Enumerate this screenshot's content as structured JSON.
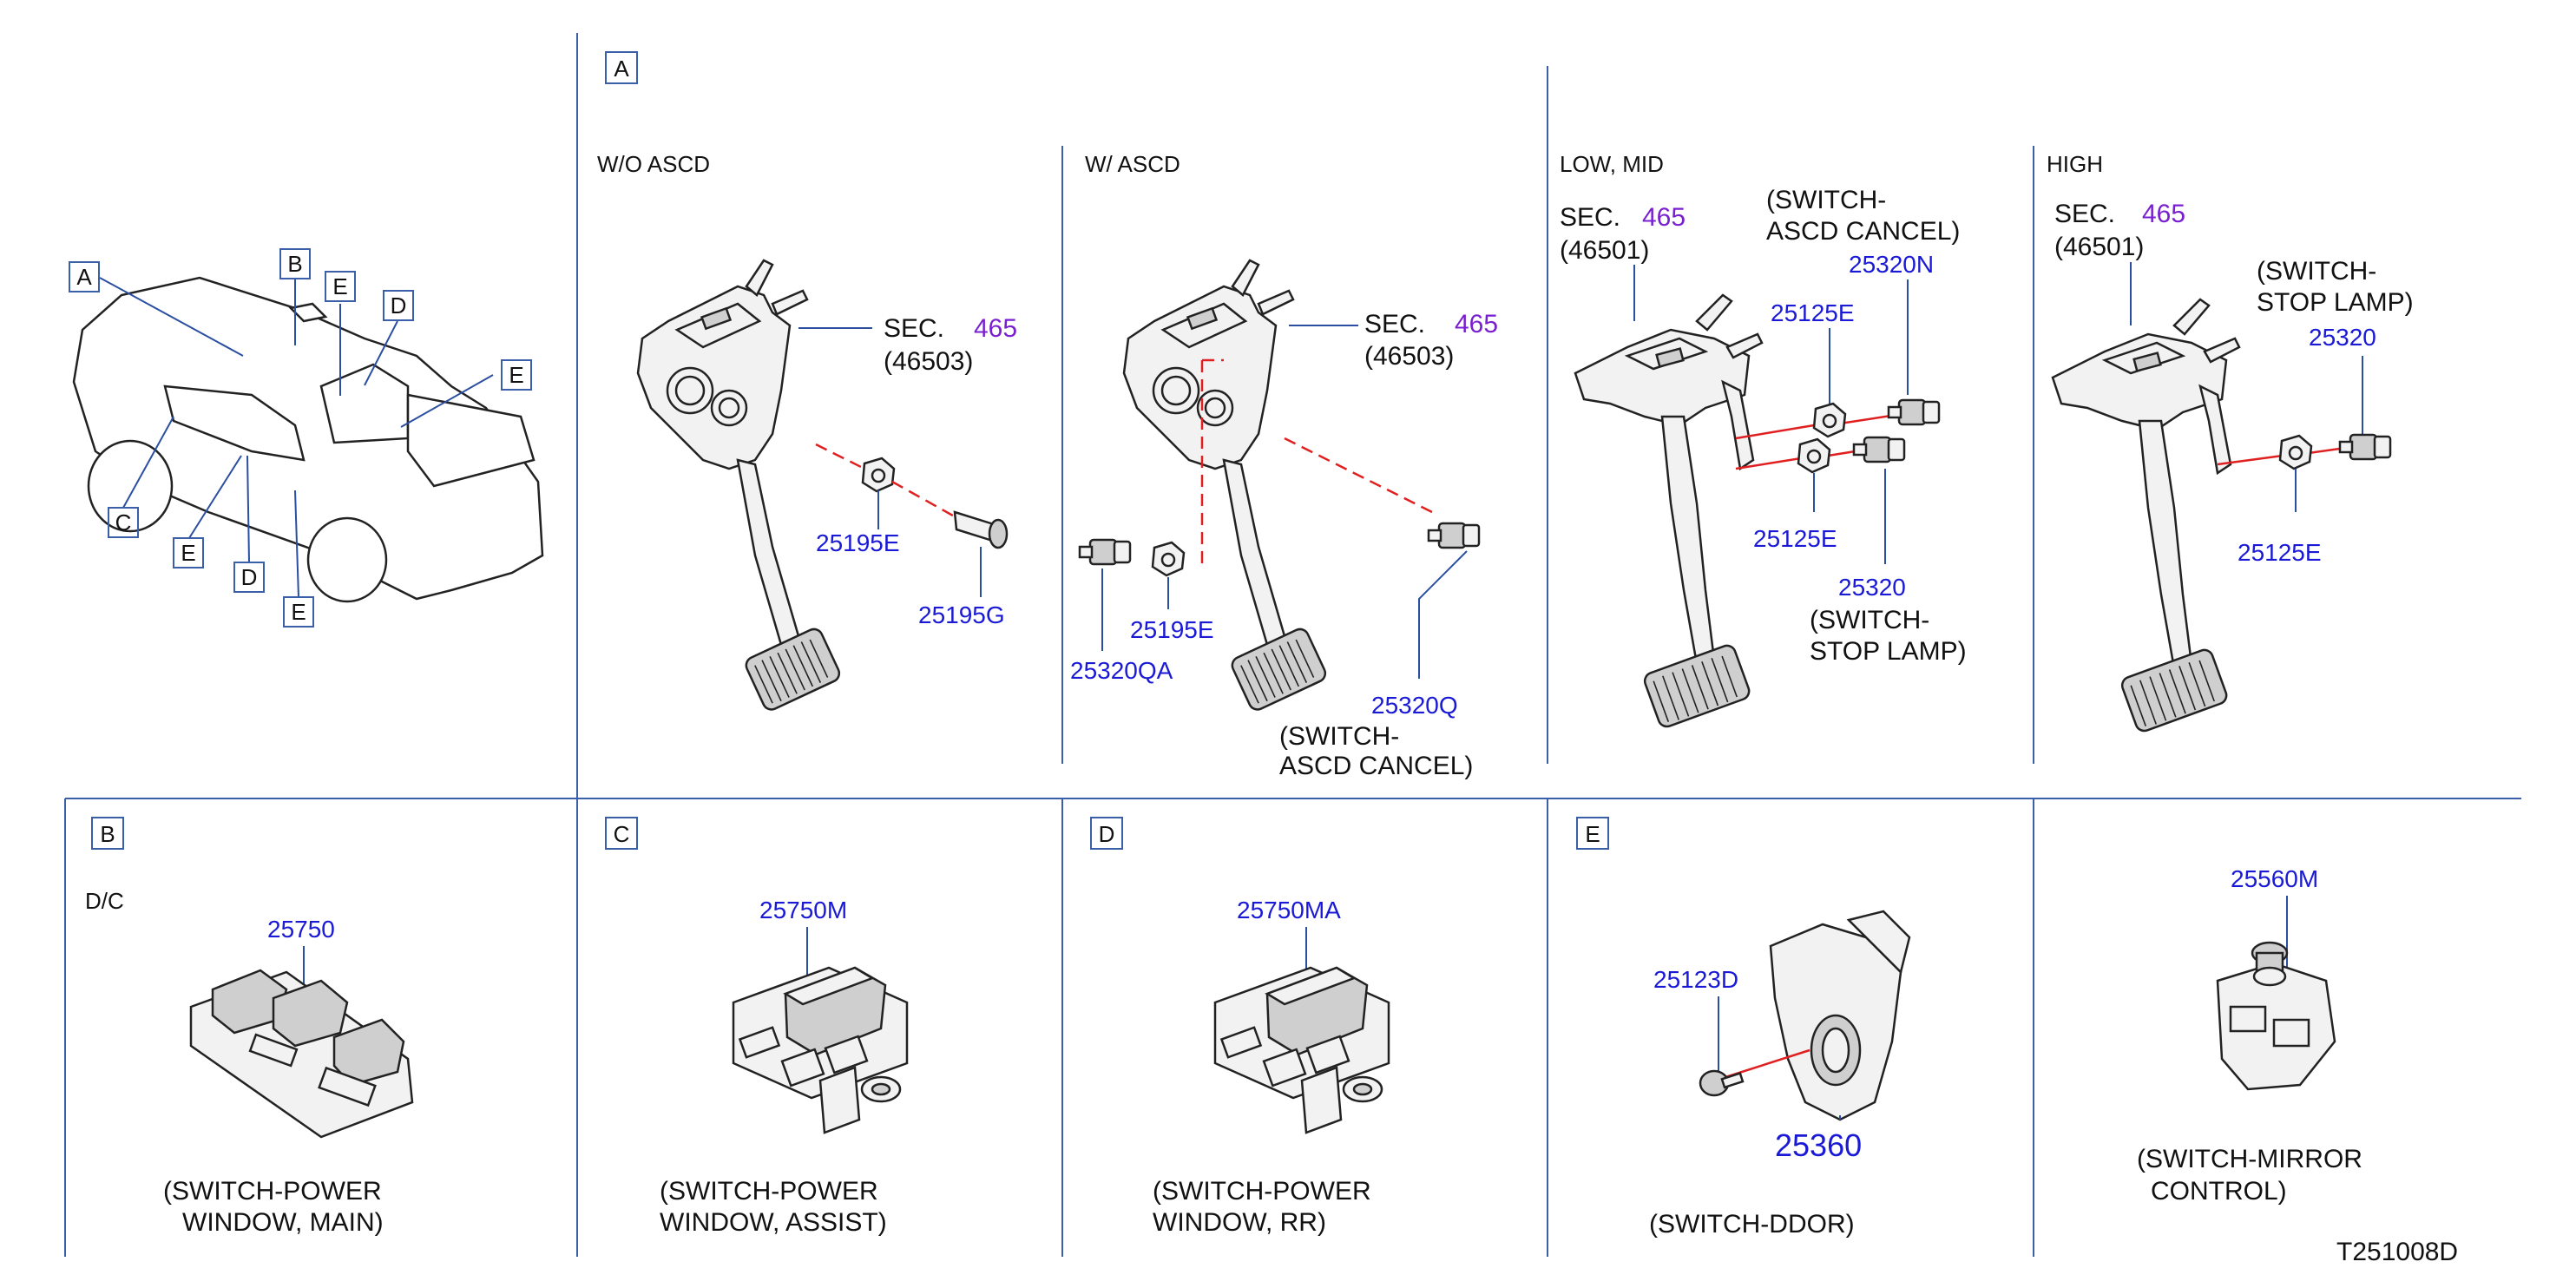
{
  "diagram_id": "T251008D",
  "overview": {
    "labels": [
      "A",
      "B",
      "C",
      "D",
      "D",
      "E",
      "E",
      "E",
      "E"
    ]
  },
  "section_A": {
    "box_label": "A",
    "wo_ascd": {
      "header": "W/O   ASCD",
      "sec_prefix": "SEC.",
      "sec_num": "465",
      "sec_ref": "(46503)",
      "parts": [
        "25195E",
        "25195G"
      ]
    },
    "w_ascd": {
      "header": "W/   ASCD",
      "sec_prefix": "SEC.",
      "sec_num": "465",
      "sec_ref": "(46503)",
      "parts": [
        "25320QA",
        "25195E",
        "25320Q"
      ],
      "caption_line1": "(SWITCH-",
      "caption_line2": "ASCD   CANCEL)"
    },
    "low_mid": {
      "header": "LOW,   MID",
      "sec_prefix": "SEC.",
      "sec_num": "465",
      "sec_ref": "(46501)",
      "top_caption_line1": "(SWITCH-",
      "top_caption_line2": "ASCD   CANCEL)",
      "parts": [
        "25320N",
        "25125E",
        "25125E",
        "25320"
      ],
      "bottom_caption_line1": "(SWITCH-",
      "bottom_caption_line2": "STOP   LAMP)"
    },
    "high": {
      "header": "HIGH",
      "sec_prefix": "SEC.",
      "sec_num": "465",
      "sec_ref": "(46501)",
      "caption_line1": "(SWITCH-",
      "caption_line2": "STOP   LAMP)",
      "parts": [
        "25320",
        "25125E"
      ]
    }
  },
  "section_B": {
    "box_label": "B",
    "variant": "D/C",
    "part": "25750",
    "caption_line1": "(SWITCH-POWER",
    "caption_line2": "WINDOW,   MAIN)"
  },
  "section_C": {
    "box_label": "C",
    "part": "25750M",
    "caption_line1": "(SWITCH-POWER",
    "caption_line2": "WINDOW,   ASSIST)"
  },
  "section_D": {
    "box_label": "D",
    "part": "25750MA",
    "caption_line1": "(SWITCH-POWER",
    "caption_line2": "WINDOW,   RR)"
  },
  "section_E": {
    "box_label": "E",
    "parts": [
      "25123D",
      "25360"
    ],
    "caption": "(SWITCH-DDOR)"
  },
  "section_mirror": {
    "part": "25560M",
    "caption_line1": "(SWITCH-MIRROR",
    "caption_line2": "CONTROL)"
  },
  "colors": {
    "frame": "#3b5ea8",
    "part_number": "#1a1ad6",
    "section_number": "#7a1fd0",
    "exploded_line": "#e02020"
  }
}
